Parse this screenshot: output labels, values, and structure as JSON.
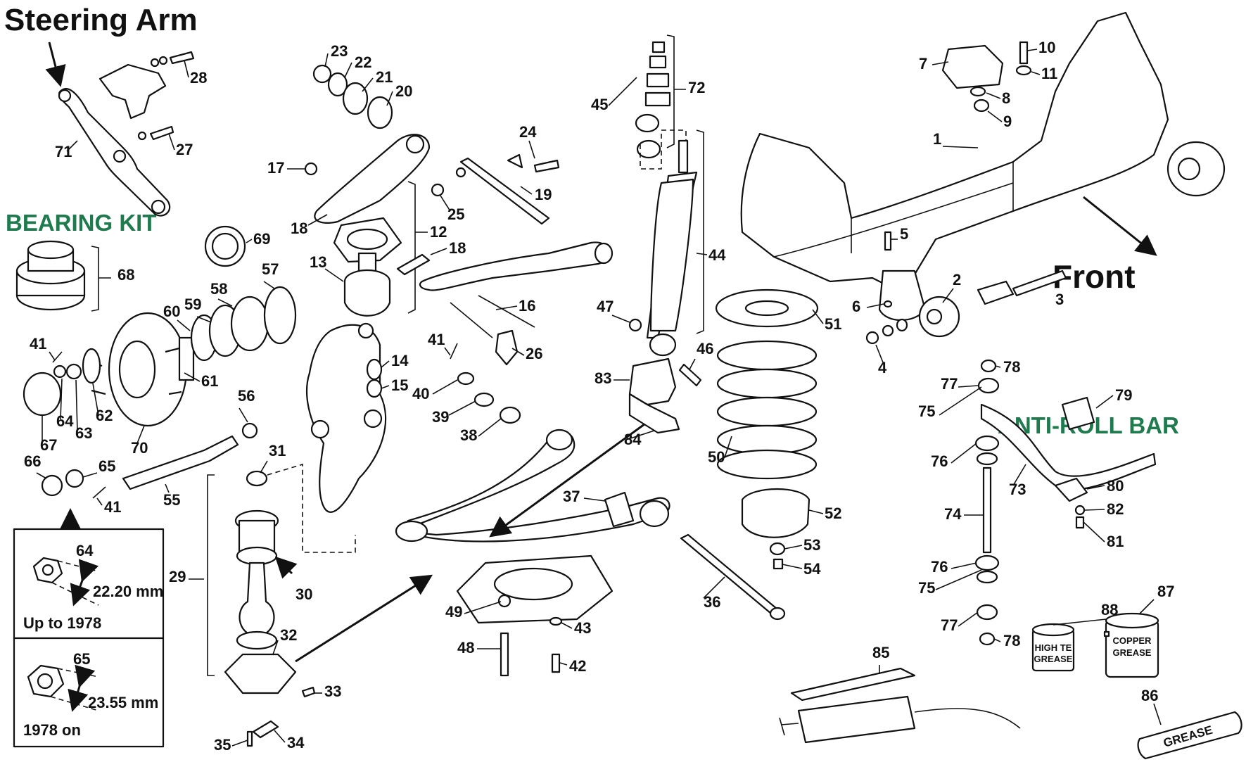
{
  "titles": {
    "steering_arm": "Steering Arm",
    "bearing_kit": "BEARING KIT",
    "front": "Front",
    "anti_roll_bar": "ANTI-ROLL BAR"
  },
  "colors": {
    "ink": "#111111",
    "green_heading": "#1f7a4d",
    "background": "#ffffff"
  },
  "inset_boxes": {
    "upper": {
      "part": "64",
      "measurement": "22.20 mm",
      "caption": "Up to 1978"
    },
    "lower": {
      "part": "65",
      "measurement": "23.55 mm",
      "caption": "1978 on"
    }
  },
  "product_labels": {
    "copper_grease": [
      "COPPER",
      "GREASE"
    ],
    "high_temp_grease": [
      "HIGH TE",
      "GREASE"
    ],
    "grease_tube": "GREASE"
  },
  "part_numbers": [
    "1",
    "2",
    "3",
    "4",
    "5",
    "6",
    "7",
    "8",
    "9",
    "10",
    "11",
    "12",
    "13",
    "14",
    "15",
    "16",
    "17",
    "18",
    "18",
    "19",
    "20",
    "21",
    "22",
    "23",
    "24",
    "25",
    "26",
    "27",
    "28",
    "29",
    "30",
    "31",
    "32",
    "33",
    "34",
    "35",
    "36",
    "37",
    "38",
    "39",
    "40",
    "41",
    "41",
    "41",
    "42",
    "43",
    "44",
    "45",
    "46",
    "47",
    "48",
    "49",
    "50",
    "51",
    "52",
    "53",
    "54",
    "55",
    "56",
    "57",
    "58",
    "59",
    "60",
    "61",
    "62",
    "63",
    "64",
    "65",
    "66",
    "67",
    "68",
    "69",
    "70",
    "71",
    "72",
    "73",
    "74",
    "75",
    "75",
    "76",
    "76",
    "77",
    "77",
    "78",
    "78",
    "79",
    "80",
    "81",
    "82",
    "83",
    "84",
    "85",
    "86",
    "87",
    "88"
  ]
}
